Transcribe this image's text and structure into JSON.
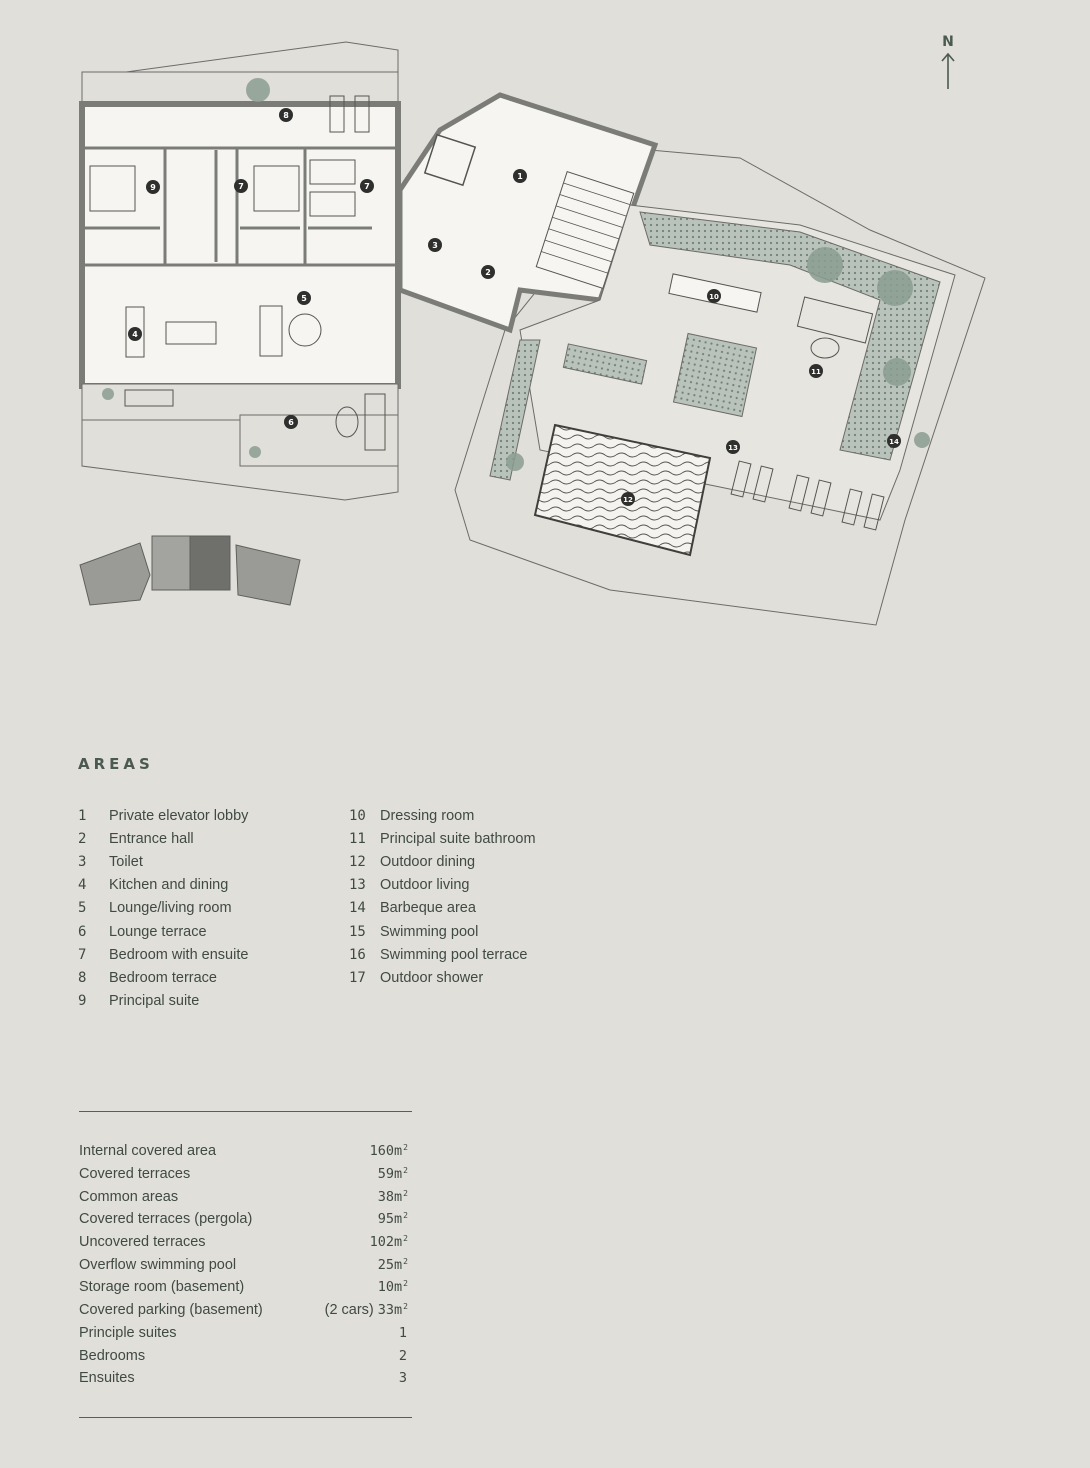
{
  "compass": {
    "label": "N"
  },
  "plan_markers": [
    "1",
    "2",
    "3",
    "4",
    "5",
    "6",
    "7",
    "7",
    "8",
    "9",
    "10",
    "11",
    "12",
    "13",
    "14"
  ],
  "areas": {
    "title": "AREAS",
    "items": [
      {
        "num": "1",
        "label": "Private elevator lobby"
      },
      {
        "num": "2",
        "label": "Entrance hall"
      },
      {
        "num": "3",
        "label": "Toilet"
      },
      {
        "num": "4",
        "label": "Kitchen and dining"
      },
      {
        "num": "5",
        "label": "Lounge/living room"
      },
      {
        "num": "6",
        "label": "Lounge terrace"
      },
      {
        "num": "7",
        "label": "Bedroom with ensuite"
      },
      {
        "num": "8",
        "label": "Bedroom terrace"
      },
      {
        "num": "9",
        "label": "Principal suite"
      },
      {
        "num": "10",
        "label": "Dressing room"
      },
      {
        "num": "11",
        "label": "Principal suite bathroom"
      },
      {
        "num": "12",
        "label": "Outdoor dining"
      },
      {
        "num": "13",
        "label": "Outdoor living"
      },
      {
        "num": "14",
        "label": "Barbeque area"
      },
      {
        "num": "15",
        "label": "Swimming pool"
      },
      {
        "num": "16",
        "label": "Swimming pool terrace"
      },
      {
        "num": "17",
        "label": "Outdoor shower"
      }
    ]
  },
  "stats": [
    {
      "label": "Internal covered area",
      "prefix": "",
      "value": "160m",
      "sup": "2"
    },
    {
      "label": "Covered terraces",
      "prefix": "",
      "value": "59m",
      "sup": "2"
    },
    {
      "label": "Common areas",
      "prefix": "",
      "value": "38m",
      "sup": "2"
    },
    {
      "label": "Covered terraces (pergola)",
      "prefix": "",
      "value": "95m",
      "sup": "2"
    },
    {
      "label": "Uncovered terraces",
      "prefix": "",
      "value": "102m",
      "sup": "2"
    },
    {
      "label": "Overflow swimming pool",
      "prefix": "",
      "value": "25m",
      "sup": "2"
    },
    {
      "label": "Storage room (basement)",
      "prefix": "",
      "value": "10m",
      "sup": "2"
    },
    {
      "label": "Covered parking (basement)",
      "prefix": "(2 cars) ",
      "value": "33m",
      "sup": "2"
    },
    {
      "label": "Principle suites",
      "prefix": "",
      "value": "1",
      "sup": ""
    },
    {
      "label": "Bedrooms",
      "prefix": "",
      "value": "2",
      "sup": ""
    },
    {
      "label": "Ensuites",
      "prefix": "",
      "value": "3",
      "sup": ""
    }
  ],
  "colors": {
    "background": "#e1dfda",
    "interior": "#f6f5f2",
    "wall": "#7b7b78",
    "outline": "#5f5f5c",
    "planting": "#a8b5ab",
    "tree": "#8b9d90",
    "text": "#3f4a43"
  }
}
